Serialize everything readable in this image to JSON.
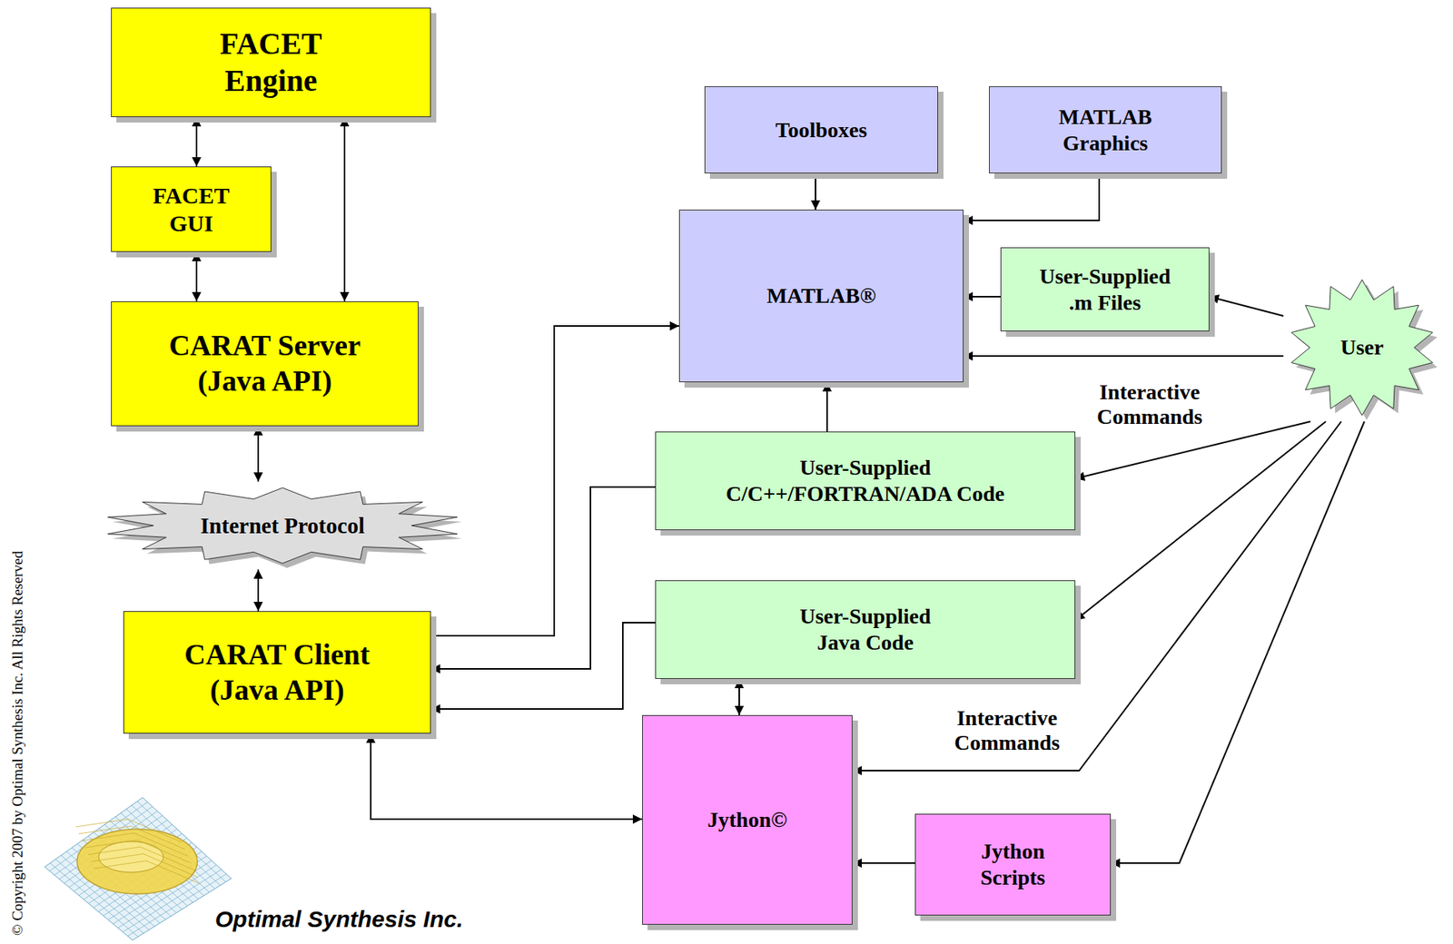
{
  "diagram": {
    "nodes": [
      {
        "text": [
          "FACET Engine"
        ]
      },
      {
        "text": [
          "FACET GUI"
        ]
      },
      {
        "text": [
          "CARAT Server (Java API)"
        ]
      },
      {
        "text": [
          "Internet Protocol"
        ]
      },
      {
        "text": [
          "CARAT Client (Java API)"
        ]
      },
      {
        "text": [
          "Toolboxes"
        ]
      },
      {
        "text": [
          "MATLAB Graphics"
        ]
      },
      {
        "text": [
          "MATLAB®"
        ]
      },
      {
        "text": [
          "User-Supplied .m Files"
        ]
      },
      {
        "text": [
          "User"
        ]
      },
      {
        "text": [
          "User-Supplied C/C++/FORTRAN/ADA Code"
        ]
      },
      {
        "text": [
          "User-Supplied Java Code"
        ]
      },
      {
        "text": [
          "Jython©"
        ]
      },
      {
        "text": [
          "Jython Scripts"
        ]
      }
    ],
    "edges": [
      {
        "from": 0,
        "to": 1,
        "arrow": "both"
      },
      {
        "from": 0,
        "to": 2,
        "arrow": "both"
      },
      {
        "from": 1,
        "to": 2,
        "arrow": "both"
      },
      {
        "from": 2,
        "to": 3,
        "arrow": "both"
      },
      {
        "from": 3,
        "to": 4,
        "arrow": "both"
      },
      {
        "from": 5,
        "to": 7,
        "arrow": "to"
      },
      {
        "from": 6,
        "to": 7,
        "arrow": "to"
      },
      {
        "from": 8,
        "to": 7,
        "arrow": "to"
      },
      {
        "from": 9,
        "to": 8,
        "arrow": "to"
      },
      {
        "from": 9,
        "to": 7,
        "arrow": "to"
      },
      {
        "from": 9,
        "to": 10,
        "arrow": "to",
        "label": "Interactive Commands"
      },
      {
        "from": 9,
        "to": 11,
        "arrow": "to"
      },
      {
        "from": 9,
        "to": 12,
        "arrow": "to",
        "label": "Interactive Commands"
      },
      {
        "from": 9,
        "to": 13,
        "arrow": "to"
      },
      {
        "from": 10,
        "to": 7,
        "arrow": "to"
      },
      {
        "from": 10,
        "to": 4,
        "arrow": "to"
      },
      {
        "from": 11,
        "to": 4,
        "arrow": "to"
      },
      {
        "from": 4,
        "to": 7,
        "arrow": "to"
      },
      {
        "from": 11,
        "to": 12,
        "arrow": "both"
      },
      {
        "from": 4,
        "to": 12,
        "arrow": "both"
      },
      {
        "from": 13,
        "to": 12,
        "arrow": "to"
      }
    ],
    "labels": [
      "© Copyright 2007 by Optimal Synthesis Inc. All Rights Reserved",
      "Optimal Synthesis Inc."
    ]
  }
}
